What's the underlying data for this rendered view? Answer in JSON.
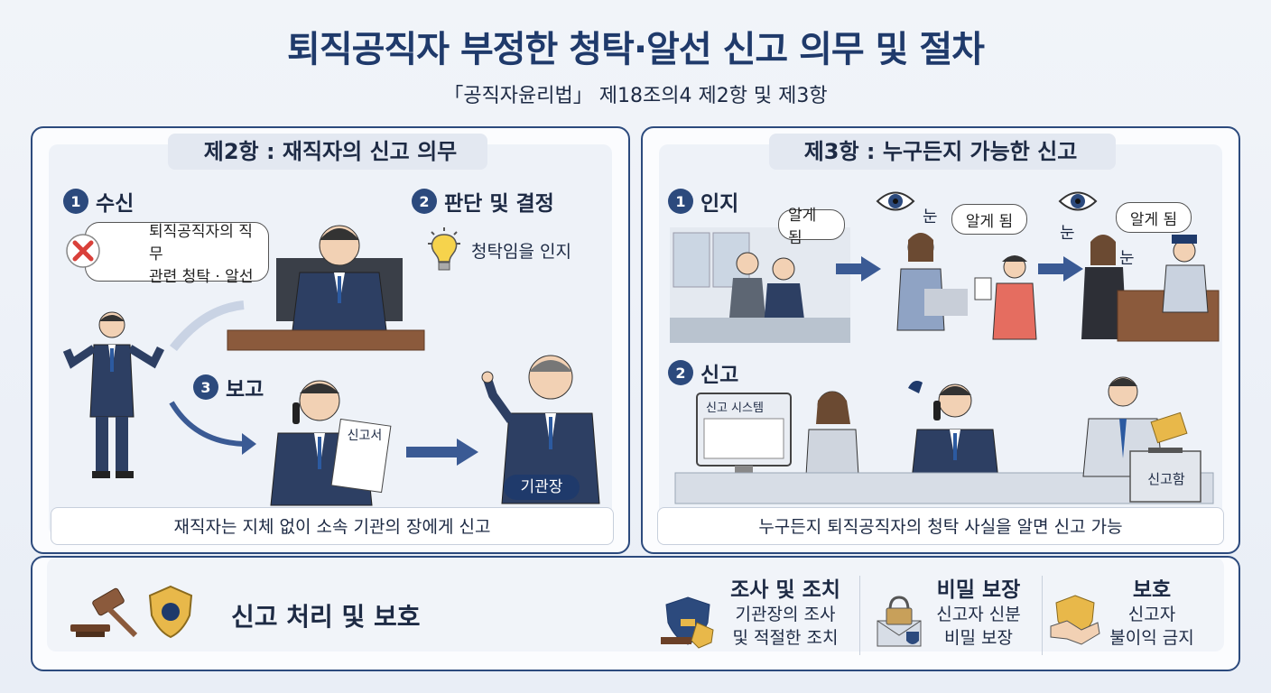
{
  "header": {
    "title": "퇴직공직자 부정한 청탁·알선 신고 의무 및 절차",
    "subtitle": "「공직자윤리법」 제18조의4 제2항 및 제3항"
  },
  "left": {
    "heading": "제2항 : 재직자의 신고 의무",
    "step1": {
      "num": "1",
      "label": "수신",
      "bubble_line1": "퇴직공직자의 직무",
      "bubble_line2": "관련 청탁 · 알선"
    },
    "step2": {
      "num": "2",
      "label": "판단 및 결정",
      "note": "청탁임을 인지"
    },
    "step3": {
      "num": "3",
      "label": "보고",
      "doc": "신고서"
    },
    "head_badge": "기관장",
    "caption": "재직자는 지체 없이 소속 기관의 장에게 신고"
  },
  "right": {
    "heading": "제3항 : 누구든지 가능한 신고",
    "step1": {
      "num": "1",
      "label": "인지",
      "bubble1": "알게 됨",
      "bubble2": "알게 됨",
      "bubble3": "알게 됨",
      "eye1": "눈",
      "eye2": "눈",
      "eye3": "눈"
    },
    "step2": {
      "num": "2",
      "label": "신고",
      "system_title": "신고 시스템",
      "box_label": "신고함"
    },
    "caption": "누구든지 퇴직공직자의 청탁 사실을 알면 신고 가능"
  },
  "bottom": {
    "title": "신고 처리 및 보호",
    "items": [
      {
        "title": "조사 및 조치",
        "line1": "기관장의 조사",
        "line2": "및 적절한 조치",
        "icon": "shield-gavel-icon"
      },
      {
        "title": "비밀 보장",
        "line1": "신고자 신분",
        "line2": "비밀 보장",
        "icon": "lock-envelope-icon"
      },
      {
        "title": "보호",
        "line1": "신고자",
        "line2": "불이익 금지",
        "icon": "handshake-shield-icon"
      }
    ]
  },
  "colors": {
    "navy": "#1f3a6b",
    "accent_blue": "#2c4a7d",
    "arrow": "#3a5a94",
    "red": "#d9403a",
    "gold": "#e8b84a"
  }
}
